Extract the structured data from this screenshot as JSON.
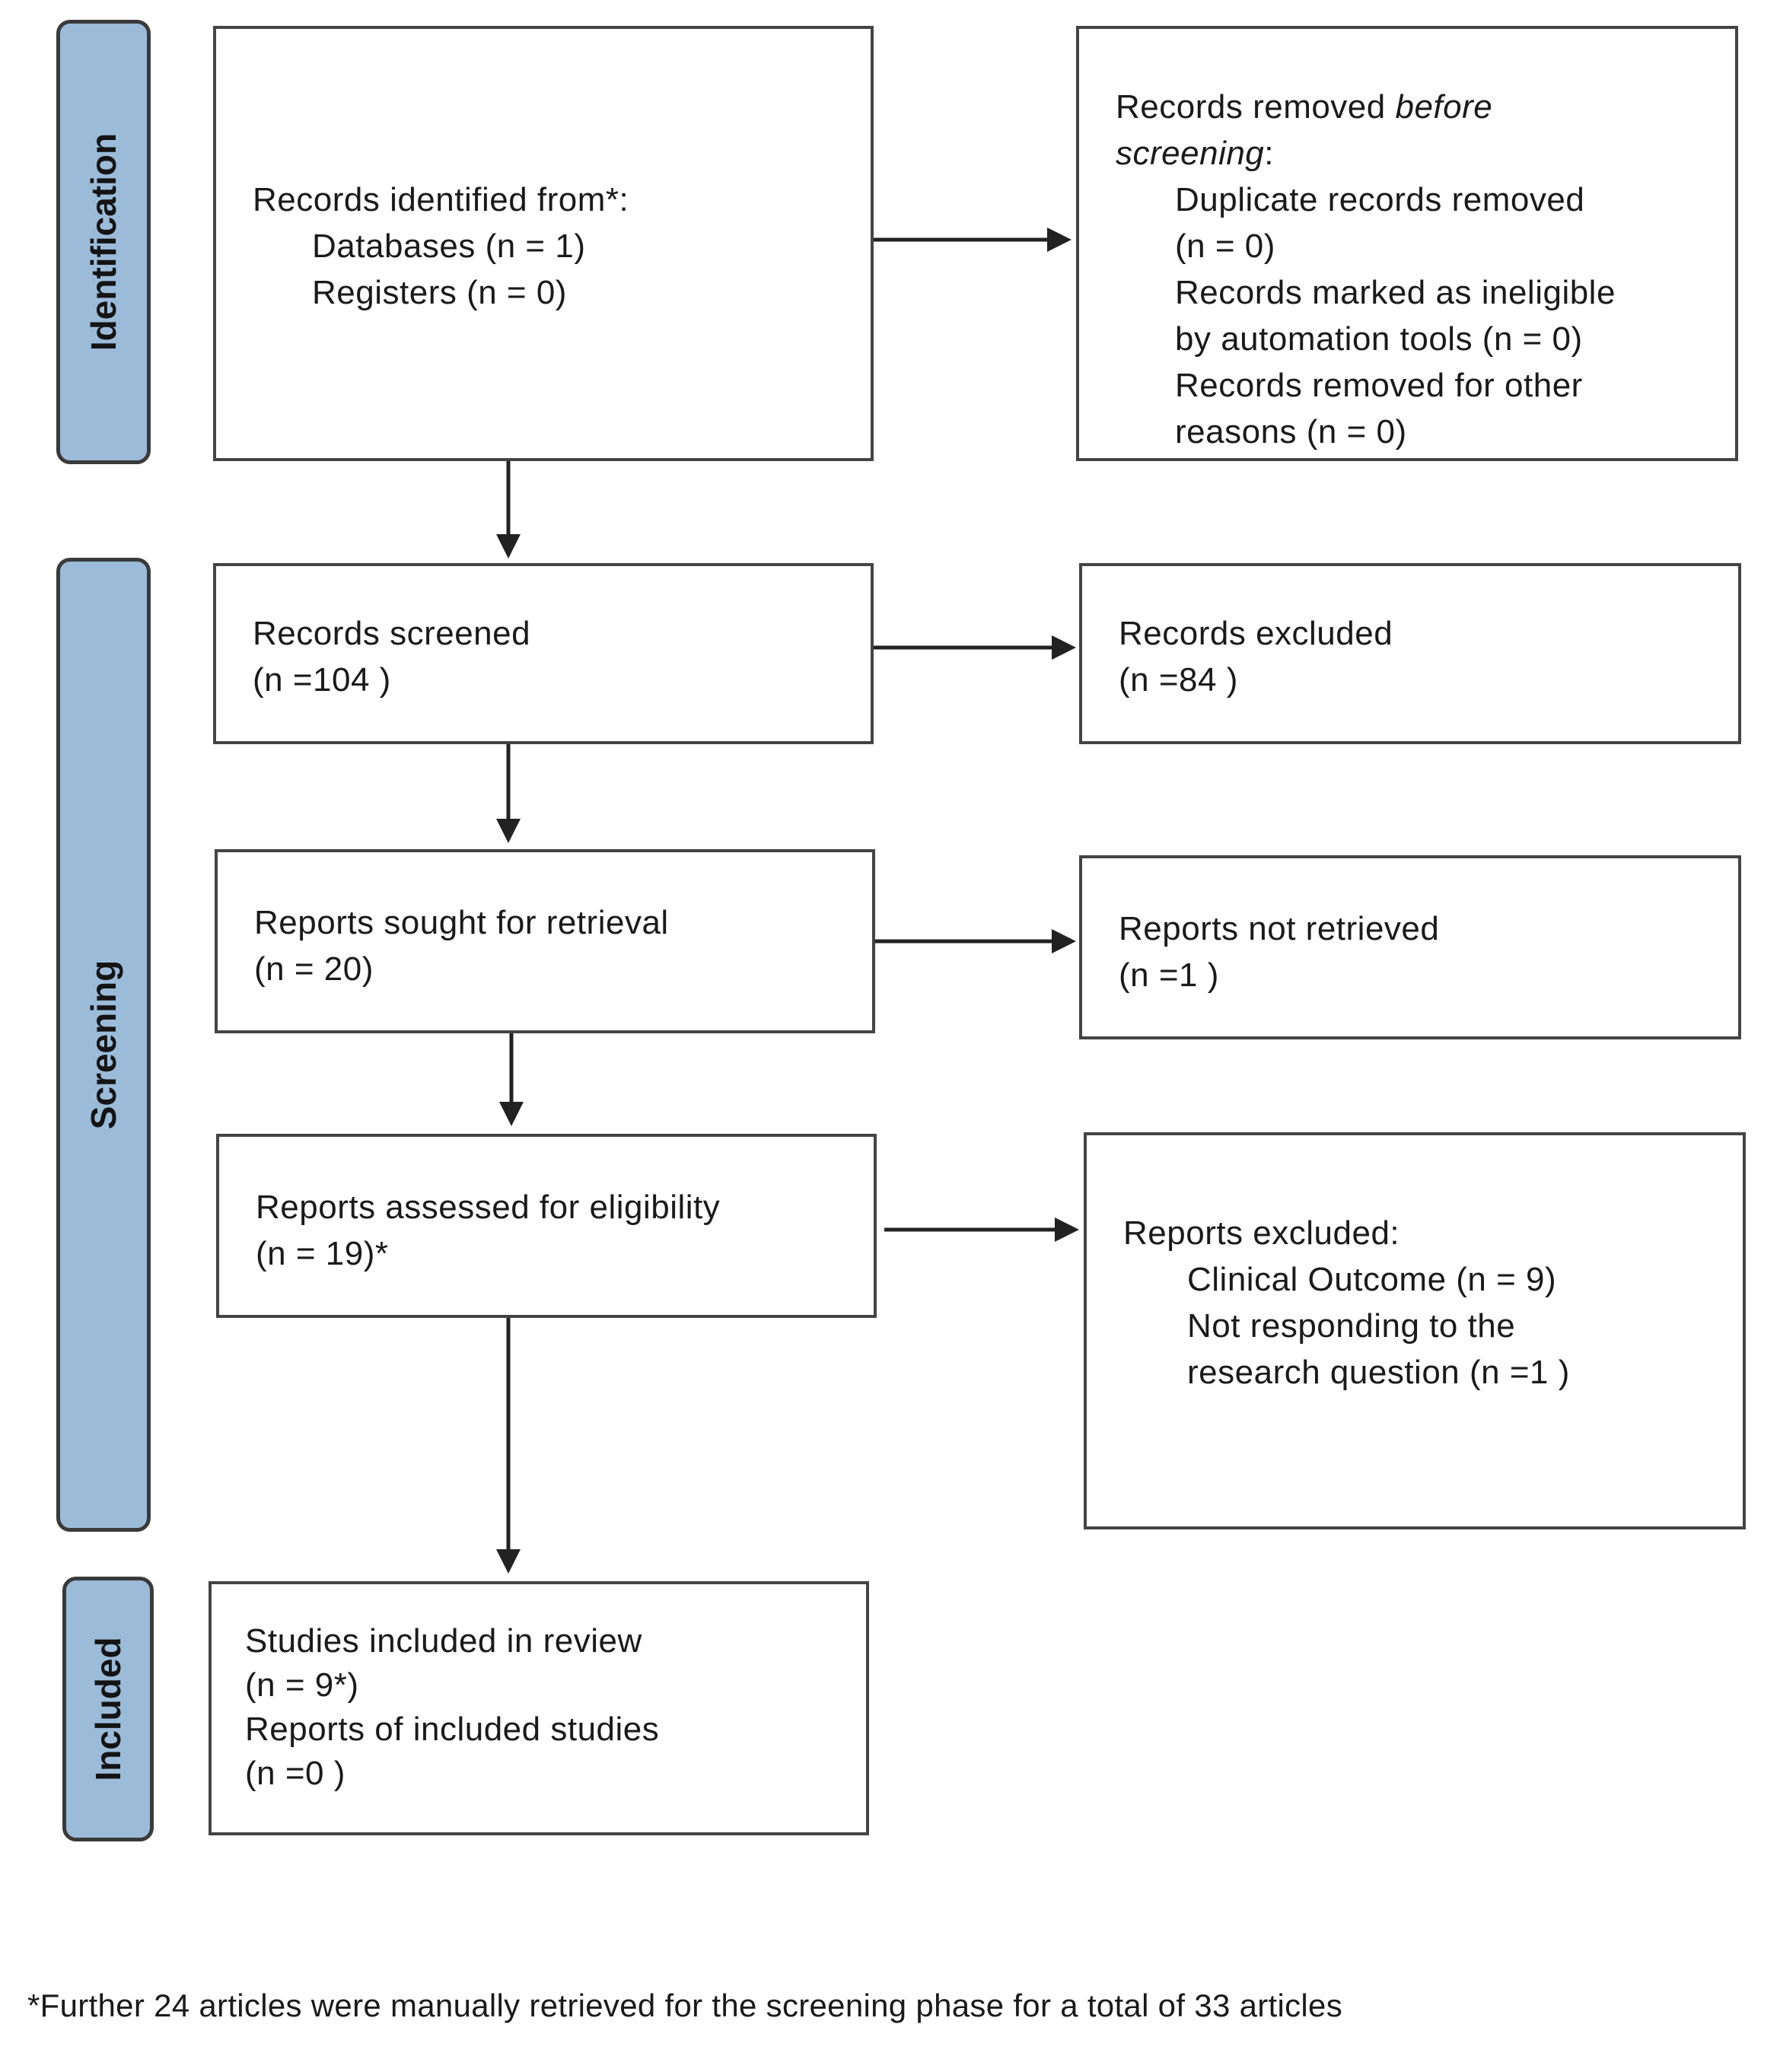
{
  "phases": {
    "identification": "Identification",
    "screening": "Screening",
    "included": "Included"
  },
  "identified": {
    "heading": "Records identified from*:",
    "databases": "Databases (n = 1)",
    "registers": "Registers (n = 0)"
  },
  "removed": {
    "heading_start": "Records removed ",
    "heading_italic1": "before",
    "heading_italic2": "screening",
    "heading_end": ":",
    "duplicate_1": "Duplicate records removed",
    "duplicate_2": "(n = 0)",
    "ineligible_1": "Records marked as ineligible",
    "ineligible_2": "by automation tools (n = 0)",
    "other_1": "Records removed for other",
    "other_2": "reasons (n = 0)"
  },
  "screened": {
    "line1": "Records screened",
    "line2": "(n =104 )"
  },
  "excluded": {
    "line1": "Records excluded",
    "line2": "(n =84 )"
  },
  "sought": {
    "line1": "Reports sought for retrieval",
    "line2": "(n = 20)"
  },
  "not_retrieved": {
    "line1": "Reports not retrieved",
    "line2": "(n =1 )"
  },
  "assessed": {
    "line1": "Reports assessed for eligibility",
    "line2": "(n = 19)*"
  },
  "reports_excluded": {
    "heading": "Reports excluded:",
    "reason1": "Clinical Outcome (n = 9)",
    "reason2_1": "Not responding to the",
    "reason2_2": "research question (n =1 )"
  },
  "included_box": {
    "line1": "Studies included in review",
    "line2": "(n = 9*)",
    "line3": "Reports of included studies",
    "line4": "(n =0 )"
  },
  "footnote": "*Further 24 articles were manually retrieved for the screening phase for a total of 33 articles"
}
